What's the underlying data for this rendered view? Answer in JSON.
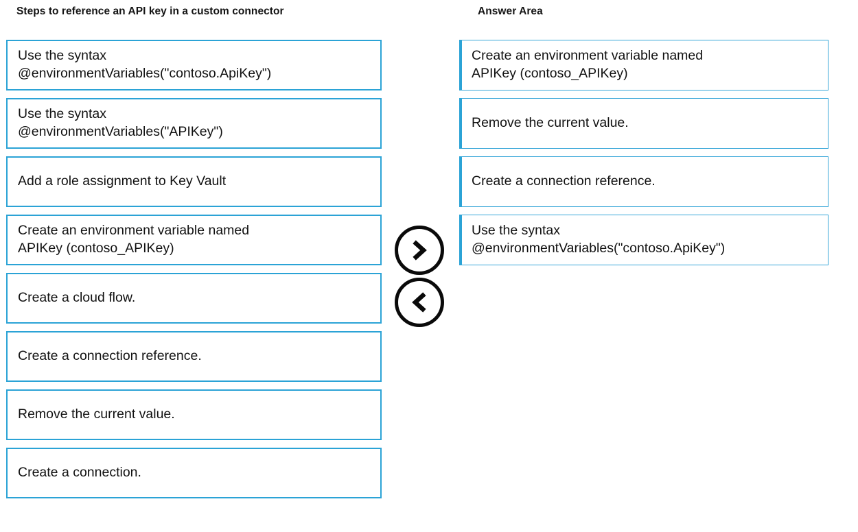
{
  "source": {
    "heading": "Steps to reference an API key in a custom connector",
    "items": [
      {
        "text": "Use the syntax\n@environmentVariables(\"contoso.ApiKey\")",
        "lines": 2
      },
      {
        "text": "Use the syntax\n@environmentVariables(\"APIKey\")",
        "lines": 2
      },
      {
        "text": "Add a role assignment to Key Vault",
        "lines": 1
      },
      {
        "text": "Create an environment variable named\nAPIKey (contoso_APIKey)",
        "lines": 2
      },
      {
        "text": "Create a cloud flow.",
        "lines": 1
      },
      {
        "text": "Create a connection reference.",
        "lines": 1
      },
      {
        "text": "Remove the current value.",
        "lines": 1
      },
      {
        "text": "Create a connection.",
        "lines": 1
      }
    ]
  },
  "answer": {
    "heading": "Answer Area",
    "items": [
      {
        "text": "Create an environment variable named\nAPIKey (contoso_APIKey)",
        "lines": 2
      },
      {
        "text": "Remove the current value.",
        "lines": 1
      },
      {
        "text": "Create a connection reference.",
        "lines": 1
      },
      {
        "text": "Use the syntax\n@environmentVariables(\"contoso.ApiKey\")",
        "lines": 2
      }
    ]
  },
  "controls": {
    "move_right_label": "›",
    "move_left_label": "‹",
    "move_right_name": "move-right",
    "move_left_name": "move-left"
  },
  "colors": {
    "tile_border": "#2BA3D6",
    "answer_tile_accent": "#2BA3D6",
    "text": "#111111",
    "heading": "#141414",
    "button_outline": "#0a0a0a",
    "background": "#ffffff"
  }
}
